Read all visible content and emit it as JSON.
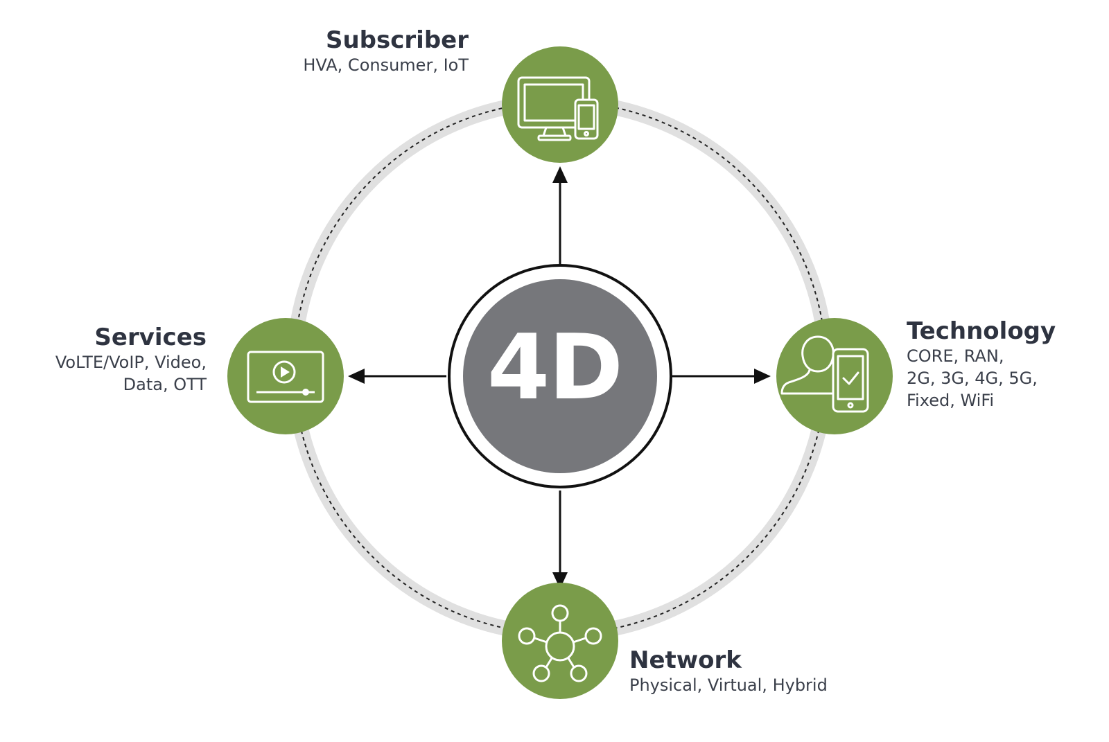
{
  "center": {
    "label": "4D"
  },
  "dimensions": [
    {
      "id": "subscriber",
      "title": "Subscriber",
      "lines": [
        "HVA, Consumer, IoT"
      ],
      "icon": "devices-icon"
    },
    {
      "id": "services",
      "title": "Services",
      "lines": [
        "VoLTE/VoIP, Video,",
        "Data, OTT"
      ],
      "icon": "video-player-icon"
    },
    {
      "id": "technology",
      "title": "Technology",
      "lines": [
        "CORE, RAN,",
        "2G, 3G, 4G, 5G,",
        "Fixed, WiFi"
      ],
      "icon": "user-phone-check-icon"
    },
    {
      "id": "network",
      "title": "Network",
      "lines": [
        "Physical, Virtual, Hybrid"
      ],
      "icon": "network-nodes-icon"
    }
  ],
  "colors": {
    "node_green": "#7a9c4a",
    "center_gray": "#76777b",
    "ring_gray": "#e0e0e0",
    "text_dark": "#2e3340",
    "arrow": "#111111"
  }
}
